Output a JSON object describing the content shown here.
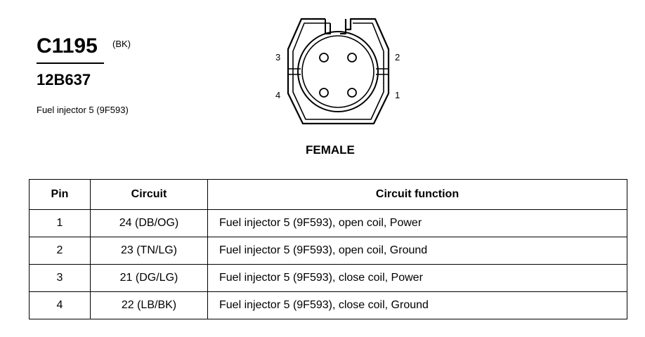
{
  "header": {
    "connector_id": "C1195",
    "connector_color": "(BK)",
    "part_number": "12B637",
    "description": "Fuel injector 5 (9F593)"
  },
  "connector": {
    "pin_labels": [
      "3",
      "2",
      "4",
      "1"
    ],
    "gender": "FEMALE"
  },
  "table": {
    "headers": [
      "Pin",
      "Circuit",
      "Circuit function"
    ],
    "rows": [
      {
        "pin": "1",
        "circuit": "24 (DB/OG)",
        "function": "Fuel injector 5 (9F593), open coil, Power"
      },
      {
        "pin": "2",
        "circuit": "23 (TN/LG)",
        "function": "Fuel injector 5 (9F593), open coil, Ground"
      },
      {
        "pin": "3",
        "circuit": "21 (DG/LG)",
        "function": "Fuel injector 5 (9F593), close coil, Power"
      },
      {
        "pin": "4",
        "circuit": "22 (LB/BK)",
        "function": "Fuel injector 5 (9F593), close coil, Ground"
      }
    ]
  }
}
